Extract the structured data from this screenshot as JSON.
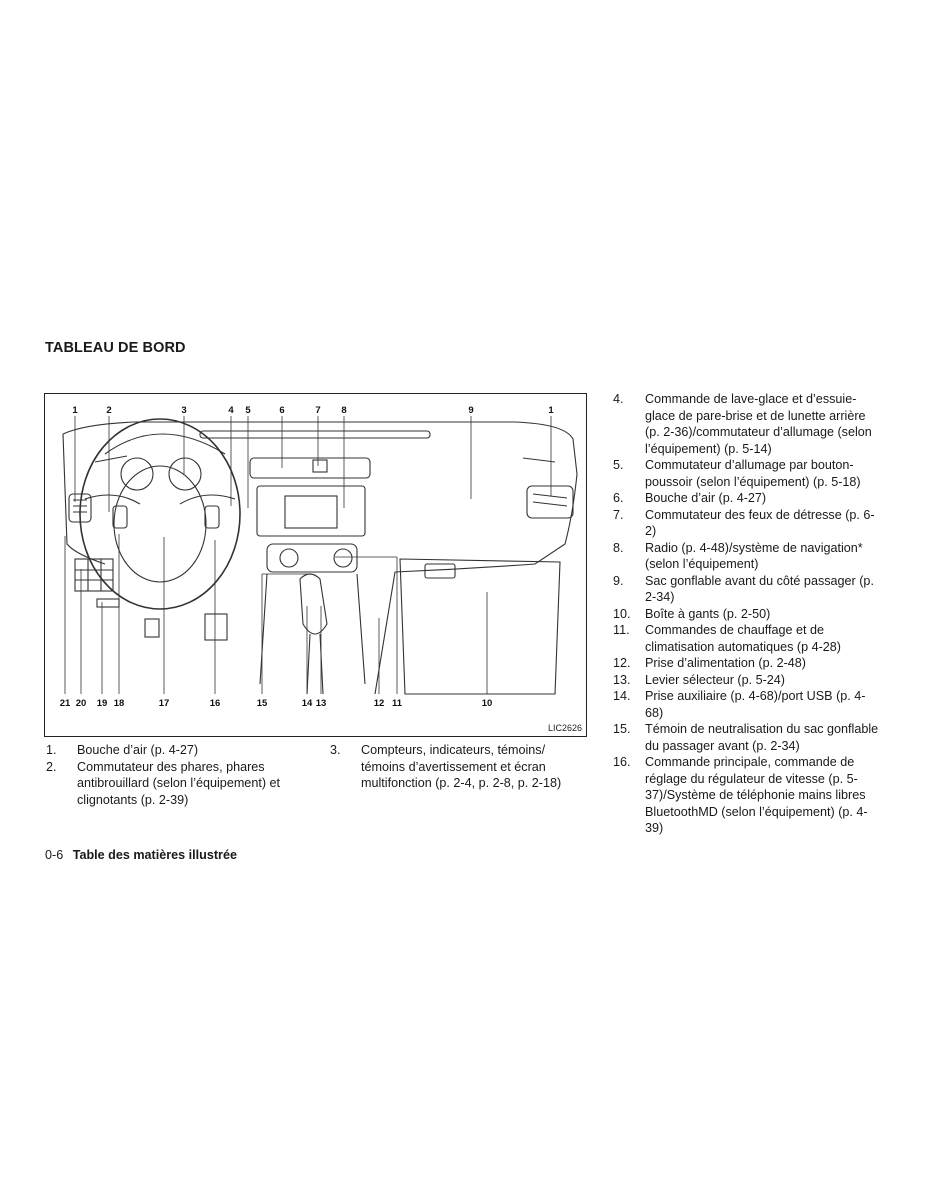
{
  "header": {
    "section_title": "TABLEAU DE BORD"
  },
  "figure": {
    "id_label": "LIC2626",
    "callouts_top": [
      "1",
      "2",
      "3",
      "4",
      "5",
      "6",
      "7",
      "8",
      "9",
      "1"
    ],
    "callouts_bottom": [
      "21",
      "20",
      "19",
      "18",
      "17",
      "16",
      "15",
      "14",
      "13",
      "12",
      "11",
      "10"
    ]
  },
  "items_left": [
    {
      "num": "1.",
      "text": "Bouche d’air (p. 4-27)"
    },
    {
      "num": "2.",
      "text": "Commutateur des phares, phares antibrouillard (selon l’équipement) et clignotants (p. 2-39)"
    }
  ],
  "items_mid": [
    {
      "num": "3.",
      "text": "Compteurs, indicateurs, témoins/ témoins d’avertissement et écran multifonction (p. 2-4, p. 2-8, p. 2-18)"
    }
  ],
  "items_right": [
    {
      "num": "4.",
      "text": "Commande de lave-glace et d’essuie-glace de pare-brise et de lunette arrière (p. 2-36)/commutateur d’allumage (selon l’équipement) (p. 5-14)"
    },
    {
      "num": "5.",
      "text": "Commutateur d’allumage par bouton-poussoir (selon l’équipement) (p. 5-18)"
    },
    {
      "num": "6.",
      "text": "Bouche d’air (p. 4-27)"
    },
    {
      "num": "7.",
      "text": "Commutateur des feux de détresse (p. 6-2)"
    },
    {
      "num": "8.",
      "text": "Radio (p. 4-48)/système de navigation* (selon l’équipement)"
    },
    {
      "num": "9.",
      "text": "Sac gonflable avant du côté passager (p. 2-34)"
    },
    {
      "num": "10.",
      "text": "Boîte à gants (p. 2-50)"
    },
    {
      "num": "11.",
      "text": "Commandes de chauffage et de climatisation automatiques (p 4-28)"
    },
    {
      "num": "12.",
      "text": "Prise d’alimentation (p. 2-48)"
    },
    {
      "num": "13.",
      "text": "Levier sélecteur (p. 5-24)"
    },
    {
      "num": "14.",
      "text": "Prise auxiliaire (p. 4-68)/port USB (p. 4-68)"
    },
    {
      "num": "15.",
      "text": "Témoin de neutralisation du sac gonflable du passager avant (p. 2-34)"
    },
    {
      "num": "16.",
      "text": "Commande principale, commande de réglage du régulateur de vitesse (p. 5-37)/Système de téléphonie mains libres BluetoothMD (selon l’équipement) (p. 4-39)"
    }
  ],
  "footer": {
    "page_number": "0-6",
    "title": "Table des matières illustrée"
  }
}
